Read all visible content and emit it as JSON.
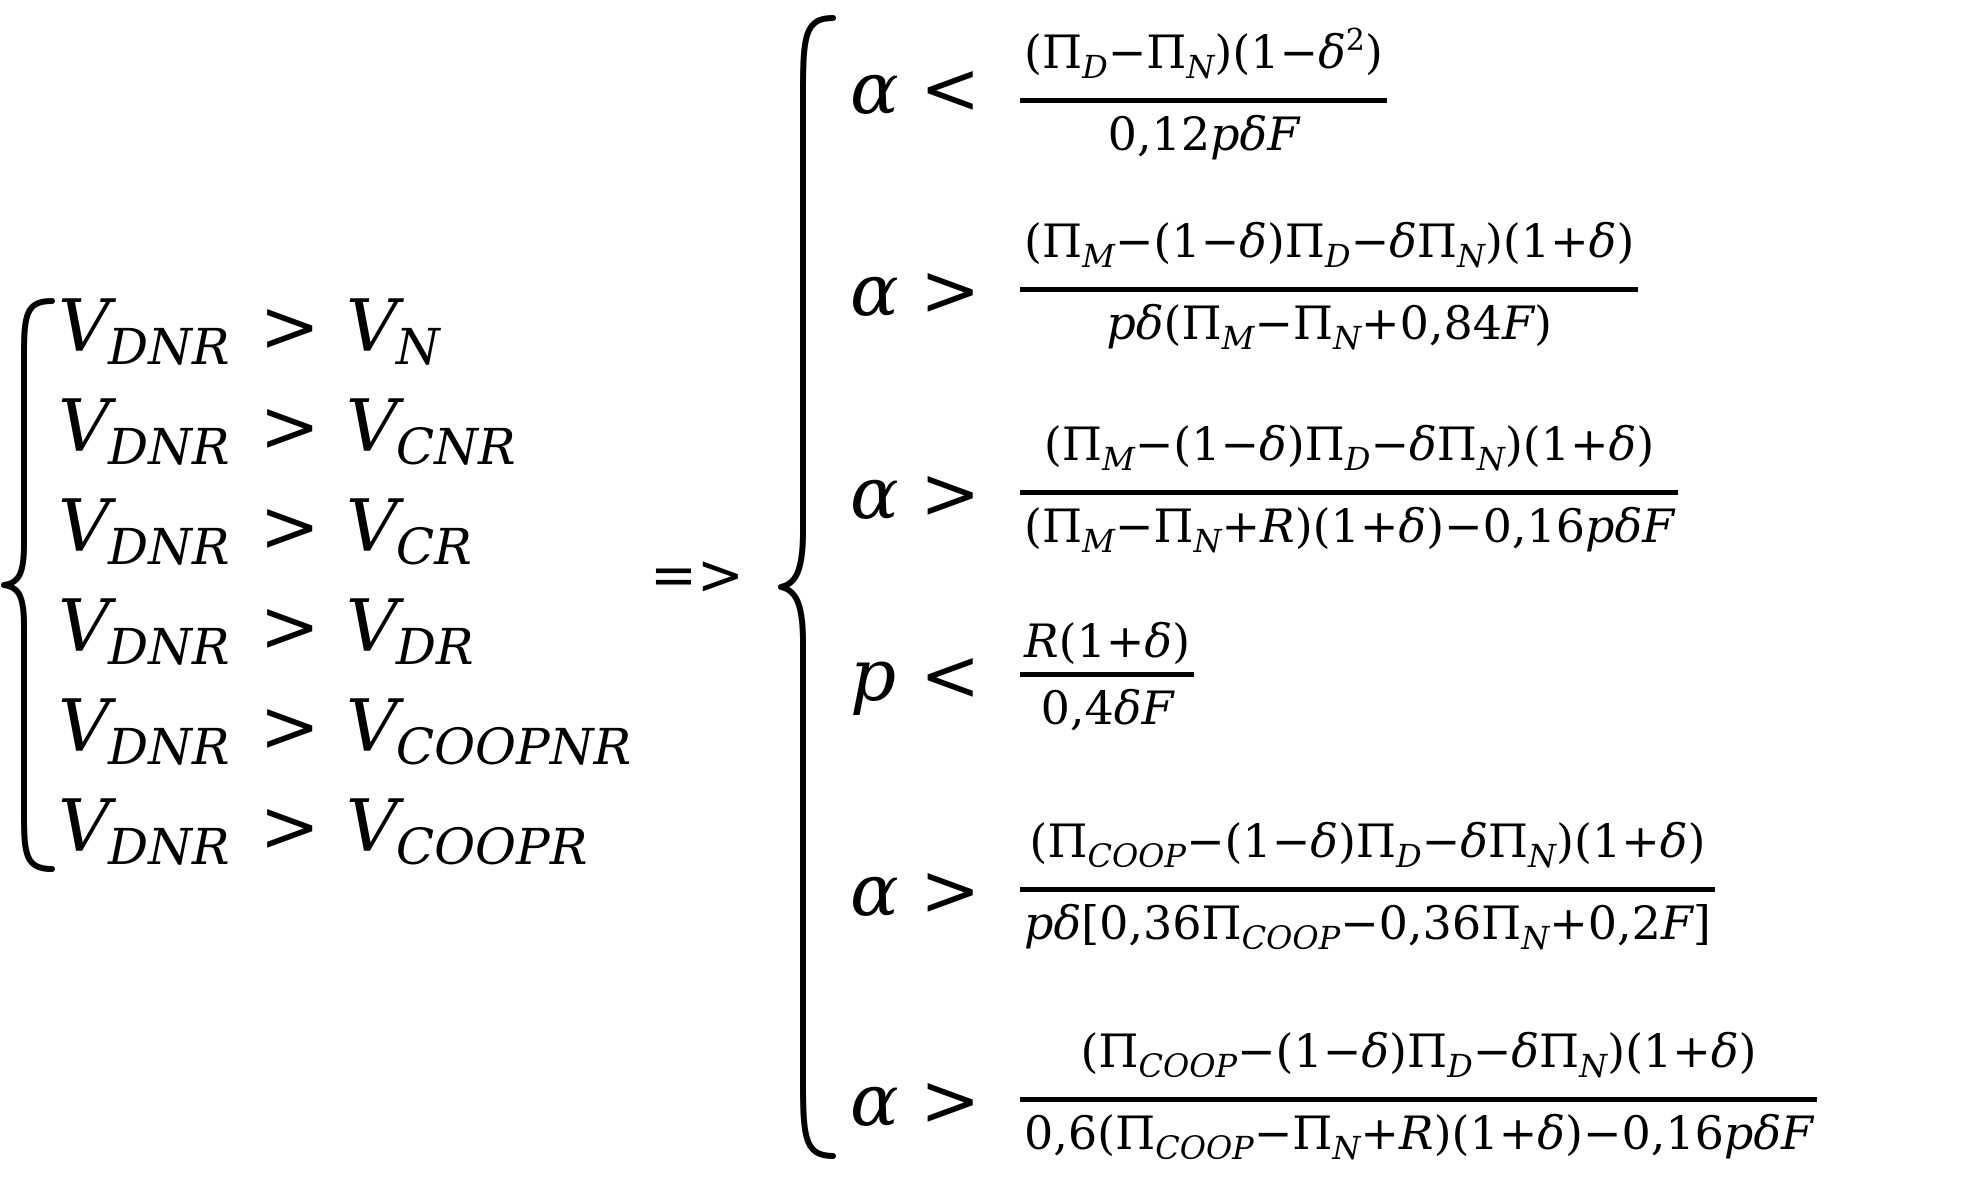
{
  "left_system": {
    "rows": [
      {
        "lhs": "V",
        "lhs_sub": "DNR",
        "op": ">",
        "rhs": "V",
        "rhs_sub": "N"
      },
      {
        "lhs": "V",
        "lhs_sub": "DNR",
        "op": ">",
        "rhs": "V",
        "rhs_sub": "CNR"
      },
      {
        "lhs": "V",
        "lhs_sub": "DNR",
        "op": ">",
        "rhs": "V",
        "rhs_sub": "CR"
      },
      {
        "lhs": "V",
        "lhs_sub": "DNR",
        "op": ">",
        "rhs": "V",
        "rhs_sub": "DR"
      },
      {
        "lhs": "V",
        "lhs_sub": "DNR",
        "op": ">",
        "rhs": "V",
        "rhs_sub": "COOPNR"
      },
      {
        "lhs": "V",
        "lhs_sub": "DNR",
        "op": ">",
        "rhs": "V",
        "rhs_sub": "COOPR"
      }
    ]
  },
  "implies": "=>",
  "right_system": {
    "conditions": [
      {
        "lhs": "α",
        "op": "<",
        "num": "(Π<sub>D</sub>−Π<sub>N</sub>)(1−δ<sup>2</sup>)",
        "den": "0,12pδF"
      },
      {
        "lhs": "α",
        "op": ">",
        "num": "(Π<sub>M</sub>−(1−δ)Π<sub>D</sub>−δΠ<sub>N</sub>)(1+δ)",
        "den": "pδ(Π<sub>M</sub>−Π<sub>N</sub>+0,84F)"
      },
      {
        "lhs": "α",
        "op": ">",
        "num": "(Π<sub>M</sub>−(1−δ)Π<sub>D</sub>−δΠ<sub>N</sub>)(1+δ)",
        "den": "(Π<sub>M</sub>−Π<sub>N</sub>+R)(1+δ)−0,16pδF"
      },
      {
        "lhs": "p",
        "op": "<",
        "num": "R(1+δ)",
        "den": "0,4δF"
      },
      {
        "lhs": "α",
        "op": ">",
        "num": "(Π<sub>COOP</sub>−(1−δ)Π<sub>D</sub>−δΠ<sub>N</sub>)(1+δ)",
        "den": "pδ[0,36Π<sub>COOP</sub>−0,36Π<sub>N</sub>+0,2F]"
      },
      {
        "lhs": "α",
        "op": ">",
        "num": "(Π<sub>COOP</sub>−(1−δ)Π<sub>D</sub>−δΠ<sub>N</sub>)(1+δ)",
        "den": "0,6(Π<sub>COOP</sub>−Π<sub>N</sub>+R)(1+δ)−0,16pδF"
      }
    ]
  }
}
